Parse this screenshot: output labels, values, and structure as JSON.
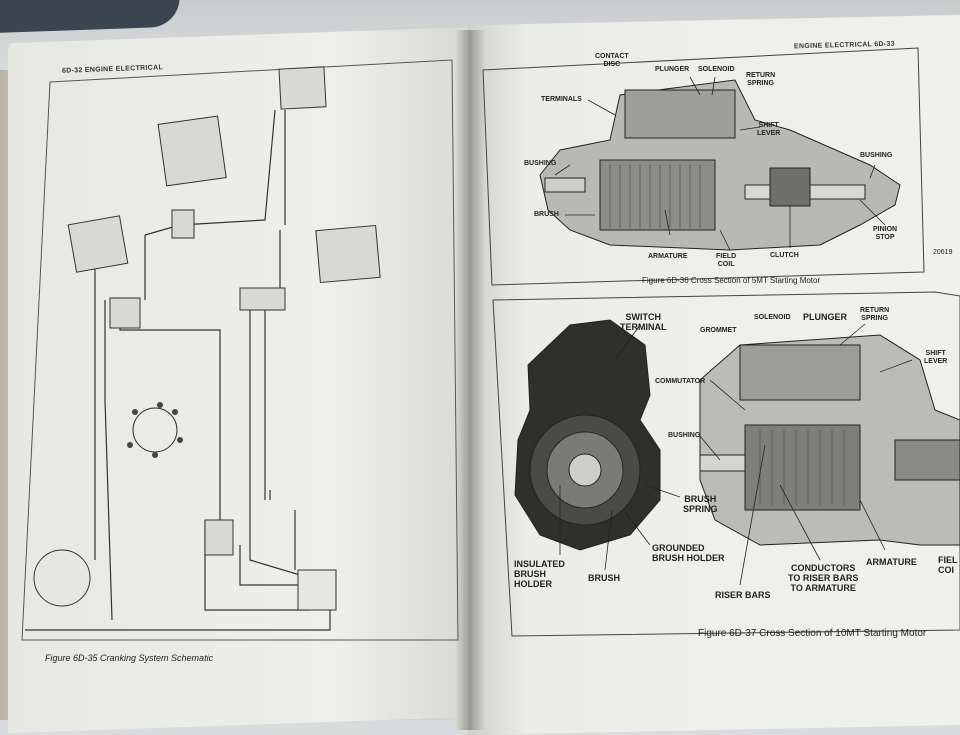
{
  "left_page": {
    "header": "6D-32  ENGINE ELECTRICAL",
    "caption": "Figure 6D-35 Cranking System Schematic"
  },
  "right_page": {
    "header": "ENGINE ELECTRICAL  6D-33",
    "figure_36": {
      "caption": "Figure 6D-36 Cross Section of 5MT Starting Motor",
      "code": "20619",
      "labels": {
        "contact_disc": "CONTACT\nDISC",
        "plunger": "PLUNGER",
        "solenoid": "SOLENOID",
        "return_spring": "RETURN\nSPRING",
        "terminals": "TERMINALS",
        "shift_lever": "SHIFT\nLEVER",
        "bushing_left": "BUSHING",
        "bushing_right": "BUSHING",
        "brush": "BRUSH",
        "armature": "ARMATURE",
        "field_coil": "FIELD\nCOIL",
        "clutch": "CLUTCH",
        "pinion_stop": "PINION\nSTOP"
      }
    },
    "figure_37": {
      "caption": "Figure 6D-37 Cross Section of 10MT Starting Motor",
      "labels": {
        "switch_terminal": "SWITCH\nTERMINAL",
        "grommet": "GROMMET",
        "solenoid": "SOLENOID",
        "plunger": "PLUNGER",
        "return_spring": "RETURN\nSPRING",
        "shift_lever": "SHIFT\nLEVER",
        "commutator": "COMMUTATOR",
        "bushing": "BUSHING",
        "brush_spring": "BRUSH\nSPRING",
        "grounded_brush_holder": "GROUNDED\nBRUSH HOLDER",
        "insulated_brush_holder": "INSULATED\nBRUSH\nHOLDER",
        "brush": "BRUSH",
        "riser_bars": "RISER BARS",
        "conductors": "CONDUCTORS\nTO RISER BARS\nTO ARMATURE",
        "armature": "ARMATURE",
        "field_coil": "FIEL\nCOI"
      }
    }
  }
}
